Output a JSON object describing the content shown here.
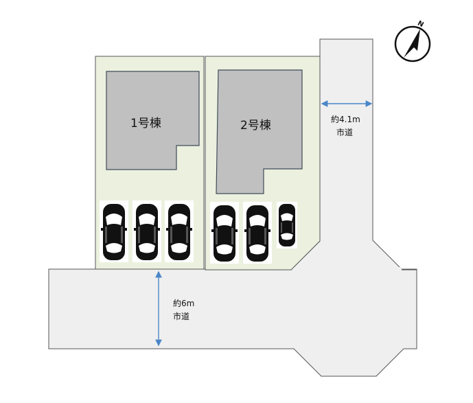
{
  "compass": {
    "label": "N",
    "icon": "north-arrow-icon"
  },
  "buildings": [
    {
      "label": "1号棟"
    },
    {
      "label": "2号棟"
    }
  ],
  "roads": {
    "east": {
      "width_label": "約4.1m",
      "type_label": "市道"
    },
    "south": {
      "width_label": "約6m",
      "type_label": "市道"
    }
  },
  "parking": {
    "lot1_cars": 3,
    "lot2_cars": 3,
    "car_icon": "car-top-view-icon"
  },
  "colors": {
    "lot_fill": "#ebf1de",
    "road_fill": "#efefef",
    "building_fill": "#c0c0c0",
    "dimension_arrow": "#4a86c8"
  }
}
